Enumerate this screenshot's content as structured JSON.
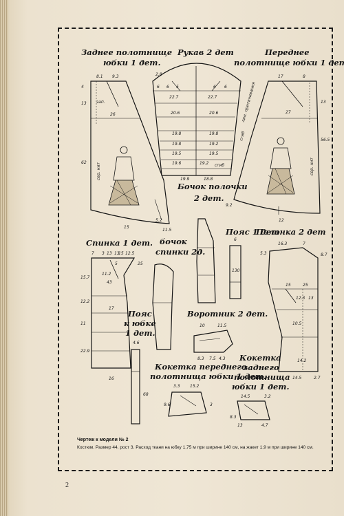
{
  "labels": {
    "back_skirt": [
      "Заднее полотнище",
      "юбки 1 дет."
    ],
    "sleeve": "Рукав 2 дет",
    "front_skirt": [
      "Переднее",
      "полотнище юбки 1 дет"
    ],
    "front_side": [
      "Бочок полочки",
      "2 дет."
    ],
    "back": "Спинка 1 дет.",
    "back_side": [
      "бочок",
      "спинки 2д."
    ],
    "belt": "Пояс 1 дет.",
    "front": "Полочка 2 дет",
    "skirt_belt": [
      "Пояс",
      "к юбке",
      "1 дет."
    ],
    "collar": "Воротник 2 дет.",
    "front_yoke": [
      "Кокетка переднего",
      "полотнища юбки 1 дет."
    ],
    "back_yoke": [
      "Кокетка",
      "заднего",
      "полотнища",
      "юбки 1 дет."
    ]
  },
  "marks": {
    "sew_line": "лин. притачивания",
    "seam": "сгиб",
    "fold": "сгиб",
    "grain": "сер. нит",
    "grain2": "сер. нит",
    "dart": "зап."
  },
  "dims": {
    "back_skirt": [
      "8.1",
      "9.3",
      "13",
      "4",
      "26",
      "62",
      "15",
      "5.2",
      "11.5"
    ],
    "sleeve": [
      "2.8",
      "6",
      "6",
      "5",
      "6",
      "6",
      "22.7",
      "22.7",
      "20.6",
      "20.6",
      "19.8",
      "19.8",
      "19.8",
      "19.2",
      "19.5",
      "19.5",
      "19.6",
      "19.2",
      "19.9",
      "18.8"
    ],
    "front_skirt": [
      "17",
      "8",
      "13",
      "27",
      "56.5",
      "9.2",
      "12"
    ],
    "back": [
      "7",
      "3",
      "13",
      "13",
      "15",
      "12.5",
      "15.7",
      "25",
      "12.2",
      "17",
      "11",
      "22.9",
      "16",
      "11.2",
      "43",
      "5"
    ],
    "front": [
      "16.3",
      "7",
      "5.3",
      "8.7",
      "15",
      "25",
      "12.3",
      "13",
      "10.5",
      "14.2",
      "14.5",
      "2.7"
    ],
    "collar": [
      "10",
      "11.5",
      "8.3",
      "7.5",
      "4.3"
    ],
    "back_yoke": [
      "14.5",
      "3.2",
      "8.3",
      "13",
      "4.7"
    ],
    "front_yoke": [
      "3.3",
      "15.2",
      "9.6",
      "3"
    ],
    "belt": [
      "6",
      "130",
      "4.6",
      "68"
    ]
  },
  "caption": {
    "heading": "Чертеж к модели № 2",
    "body": "Костюм. Размер 44, рост 3. Расход ткани на юбку 1,75 м при ширине 140 см,   на жакет 1,9 м при ширине 140 см."
  },
  "page_number": "2"
}
